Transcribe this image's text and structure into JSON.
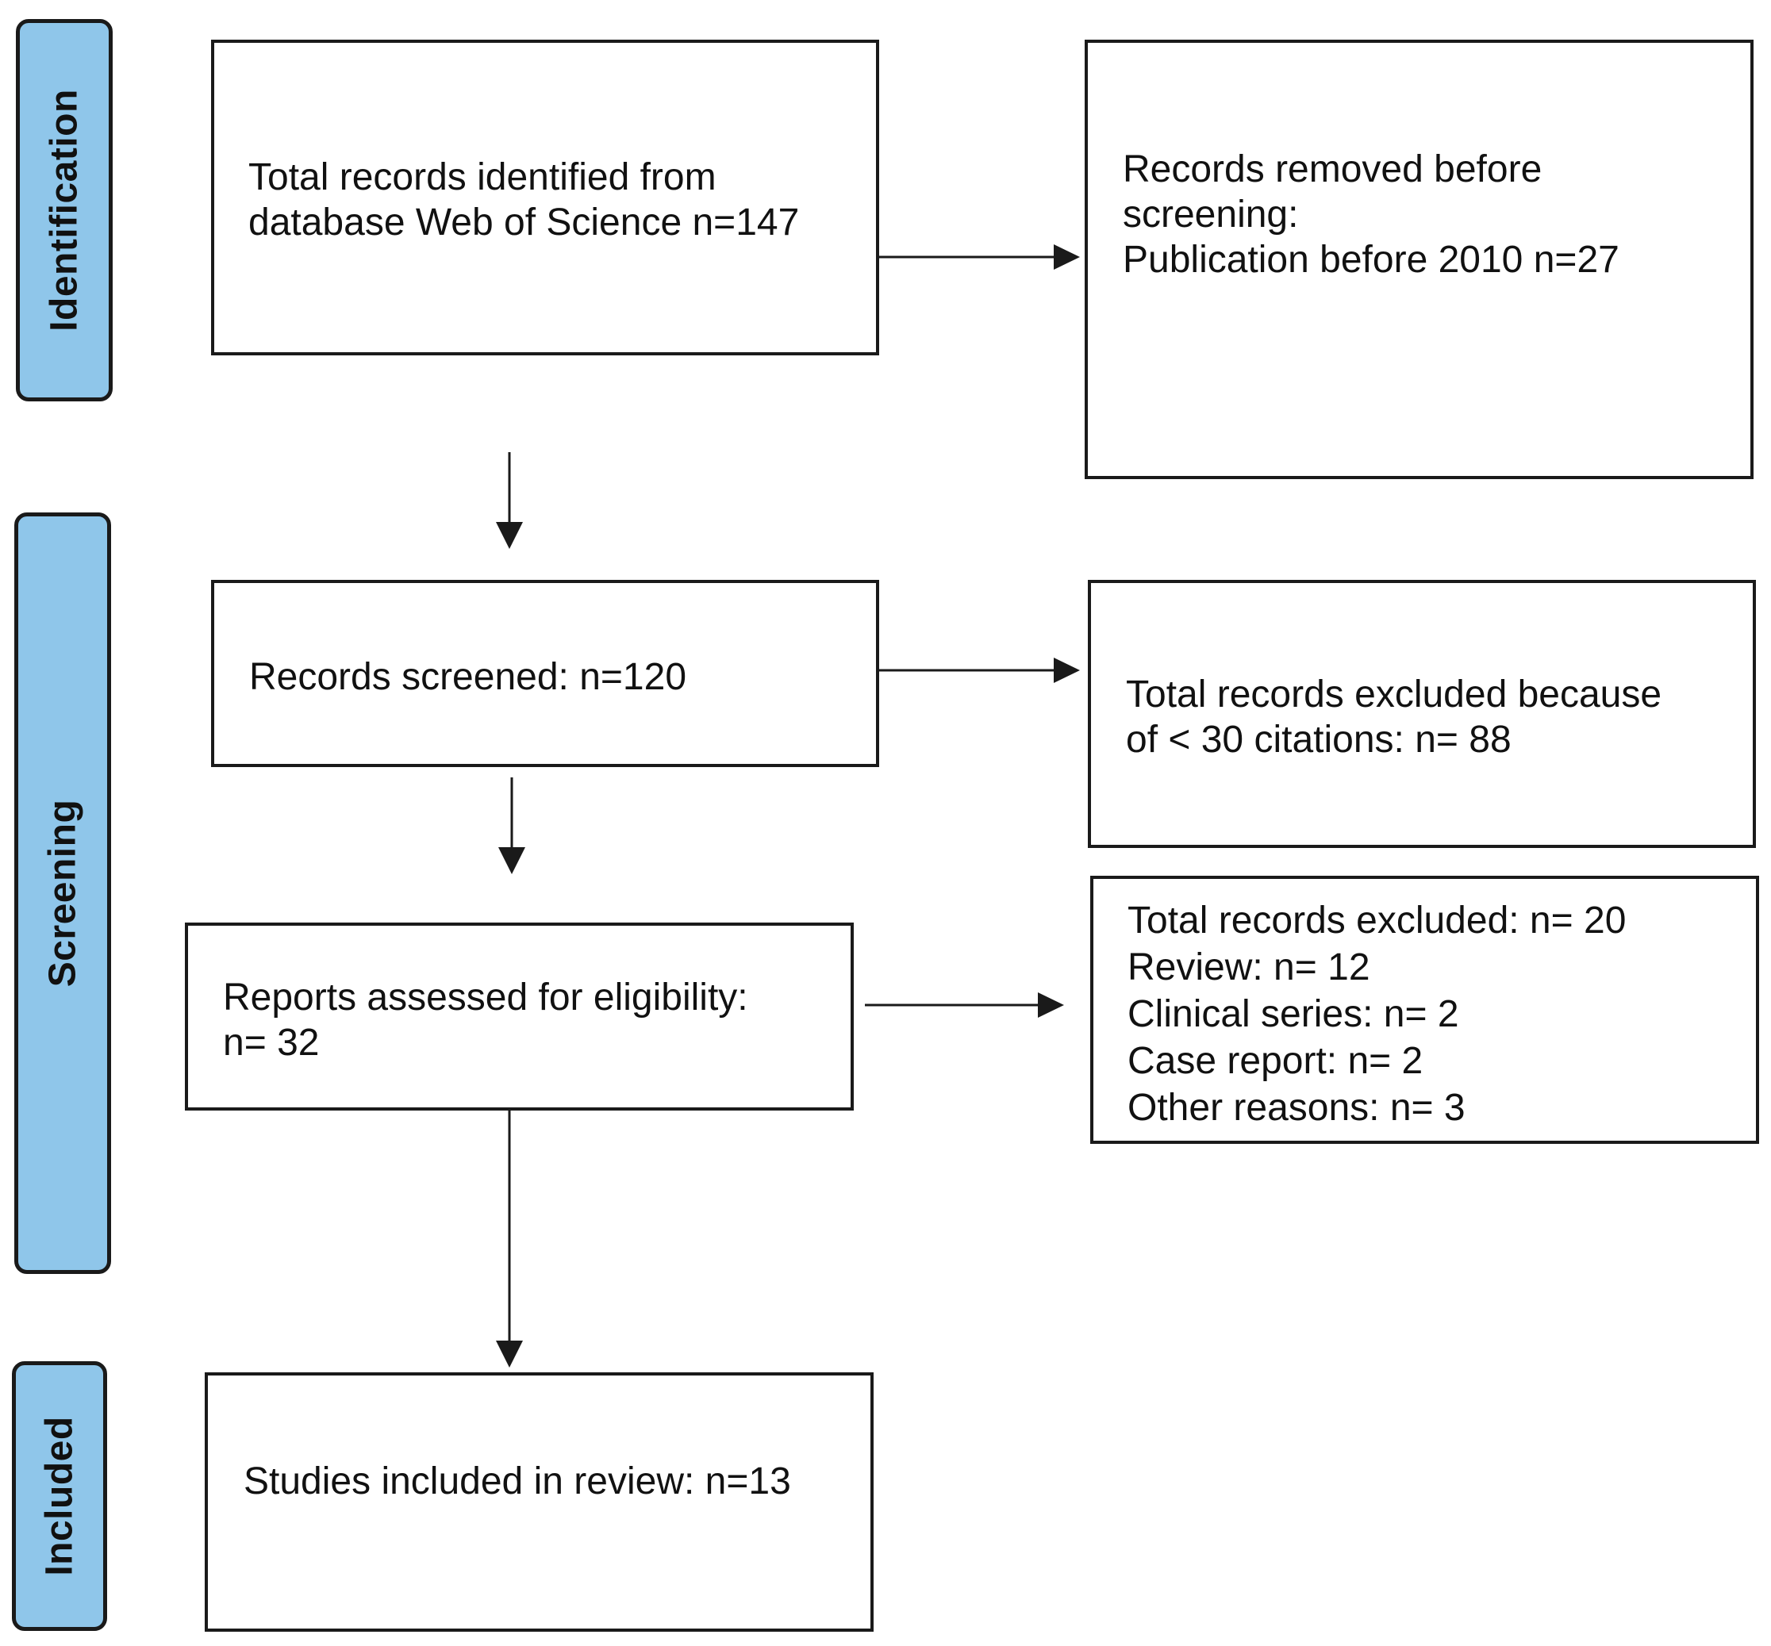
{
  "phases": {
    "identification": "Identification",
    "screening": "Screening",
    "included": "Included"
  },
  "boxes": {
    "identified": [
      "Total records identified from",
      "database Web of Science n=147"
    ],
    "removed": [
      "Records removed before",
      "screening:",
      "Publication before 2010 n=27"
    ],
    "screened": [
      "Records screened: n=120"
    ],
    "excluded_citations": [
      "Total records excluded because",
      "of < 30 citations: n= 88"
    ],
    "assessed": [
      "Reports assessed for eligibility:",
      "n= 32"
    ],
    "excluded_reasons": [
      "Total records excluded: n= 20",
      "Review: n= 12",
      "Clinical series: n= 2",
      "Case report: n= 2",
      "Other reasons: n= 3"
    ],
    "included": [
      "Studies included in review: n=13"
    ]
  },
  "colors": {
    "phase_fill": "#8fc6ea",
    "line": "#1a1a1a"
  }
}
